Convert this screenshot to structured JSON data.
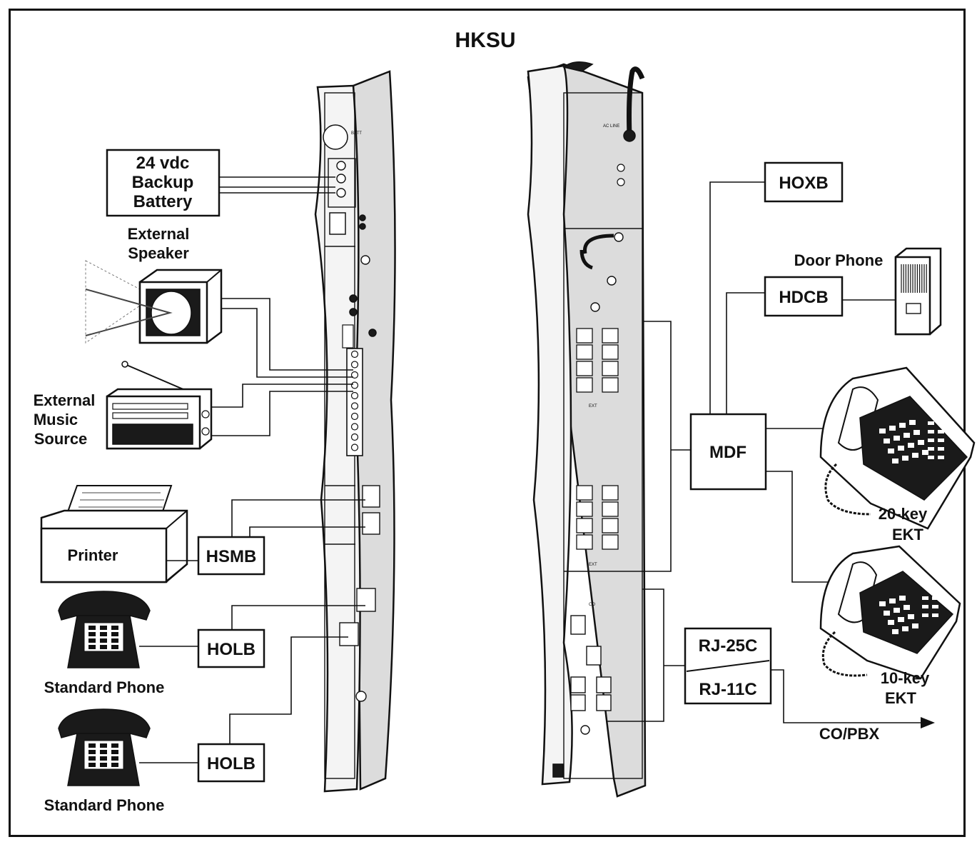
{
  "title": "HKSU",
  "boxes": {
    "battery": [
      "24 vdc",
      "Backup",
      "Battery"
    ],
    "hoxb": "HOXB",
    "hdcb": "HDCB",
    "mdf": "MDF",
    "hsmb": "HSMB",
    "holb_1": "HOLB",
    "holb_2": "HOLB",
    "rj_top": "RJ-25C",
    "rj_bottom": "RJ-11C"
  },
  "labels": {
    "external_speaker": [
      "External",
      "Speaker"
    ],
    "external_music": [
      "External",
      "Music",
      "Source"
    ],
    "printer": "Printer",
    "door_phone": "Door Phone",
    "ekt20": [
      "20-key",
      "EKT"
    ],
    "ekt10": [
      "10-key",
      "EKT"
    ],
    "standard_phone_1": "Standard Phone",
    "standard_phone_2": "Standard Phone",
    "co_pbx": "CO/PBX"
  },
  "panel_text": {
    "batt": "BATT",
    "ac_line": "AC LINE",
    "ext": "EXT",
    "co": "CO"
  }
}
